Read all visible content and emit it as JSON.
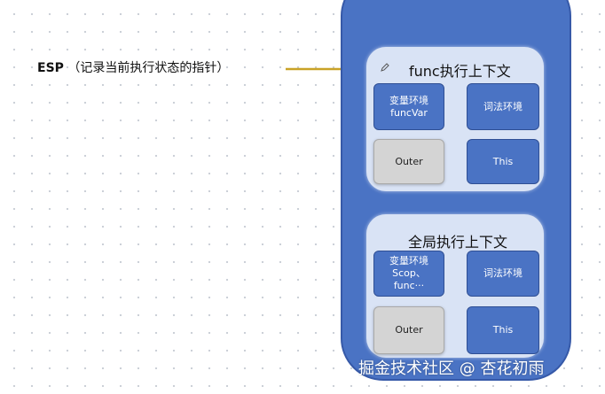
{
  "esp": {
    "name": "ESP",
    "description": "（记录当前执行状态的指针）"
  },
  "colors": {
    "stack_fill": "#4a73c4",
    "frame_fill": "#d9e3f5",
    "pointer_line": "#c9a227",
    "outer_box_fill": "#d4d4d4"
  },
  "icons": {
    "pencil": "pencil-icon"
  },
  "func_context": {
    "title": "func执行上下文",
    "variable_env": [
      "变量环境",
      "funcVar"
    ],
    "lexical_env": "词法环境",
    "outer": "Outer",
    "this": "This"
  },
  "global_context": {
    "title": "全局执行上下文",
    "variable_env": [
      "变量环境",
      "Scop、",
      "func···"
    ],
    "lexical_env": "词法环境",
    "outer": "Outer",
    "this": "This"
  },
  "watermark": "掘金技术社区 @ 杏花初雨"
}
